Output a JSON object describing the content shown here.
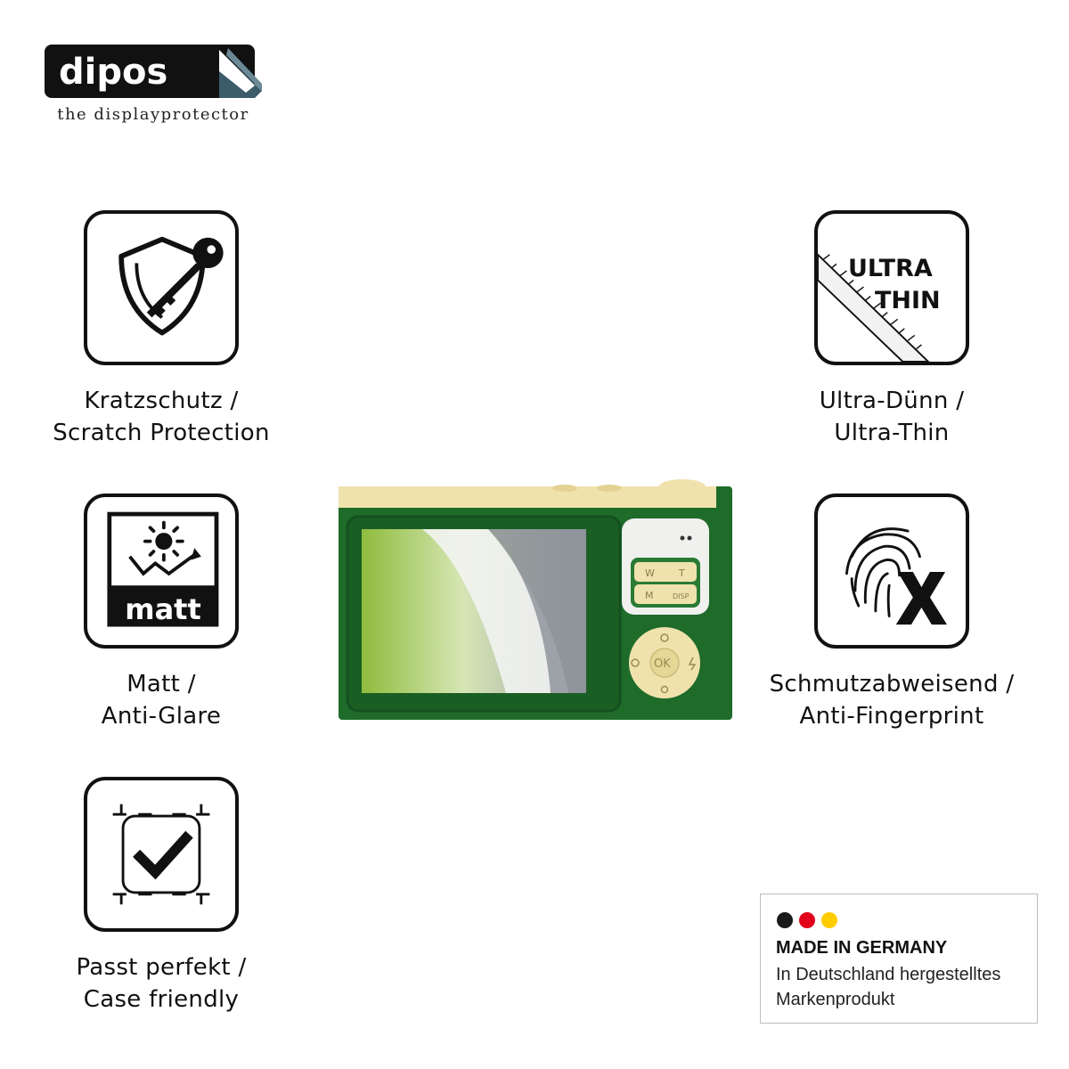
{
  "brand": {
    "name": "dipos",
    "tagline": "the displayprotector"
  },
  "features": {
    "scratch": {
      "icon": "shield-key-icon",
      "line1": "Kratzschutz /",
      "line2": "Scratch Protection"
    },
    "matt": {
      "icon": "matt-sun-icon",
      "badge": "matt",
      "line1": "Matt /",
      "line2": "Anti-Glare"
    },
    "case": {
      "icon": "checkmark-frame-icon",
      "line1": "Passt perfekt /",
      "line2": "Case friendly"
    },
    "thin": {
      "icon": "ultra-thin-ruler-icon",
      "badge_line1": "ULTRA",
      "badge_line2": "THIN",
      "line1": "Ultra-Dünn /",
      "line2": "Ultra-Thin"
    },
    "finger": {
      "icon": "fingerprint-x-icon",
      "line1": "Schmutzabweisend /",
      "line2": "Anti-Fingerprint"
    }
  },
  "camera": {
    "labels": {
      "w": "W",
      "t": "T",
      "m": "M",
      "disp": "DISP",
      "ok": "OK"
    },
    "colors": {
      "body": "#1f6b2a",
      "accent": "#efe2ad"
    }
  },
  "made_in": {
    "title": "MADE IN GERMANY",
    "subtitle": "In Deutschland hergestelltes Markenprodukt",
    "flag_colors": [
      "#1a1a1a",
      "#e3001b",
      "#ffcc00"
    ]
  }
}
